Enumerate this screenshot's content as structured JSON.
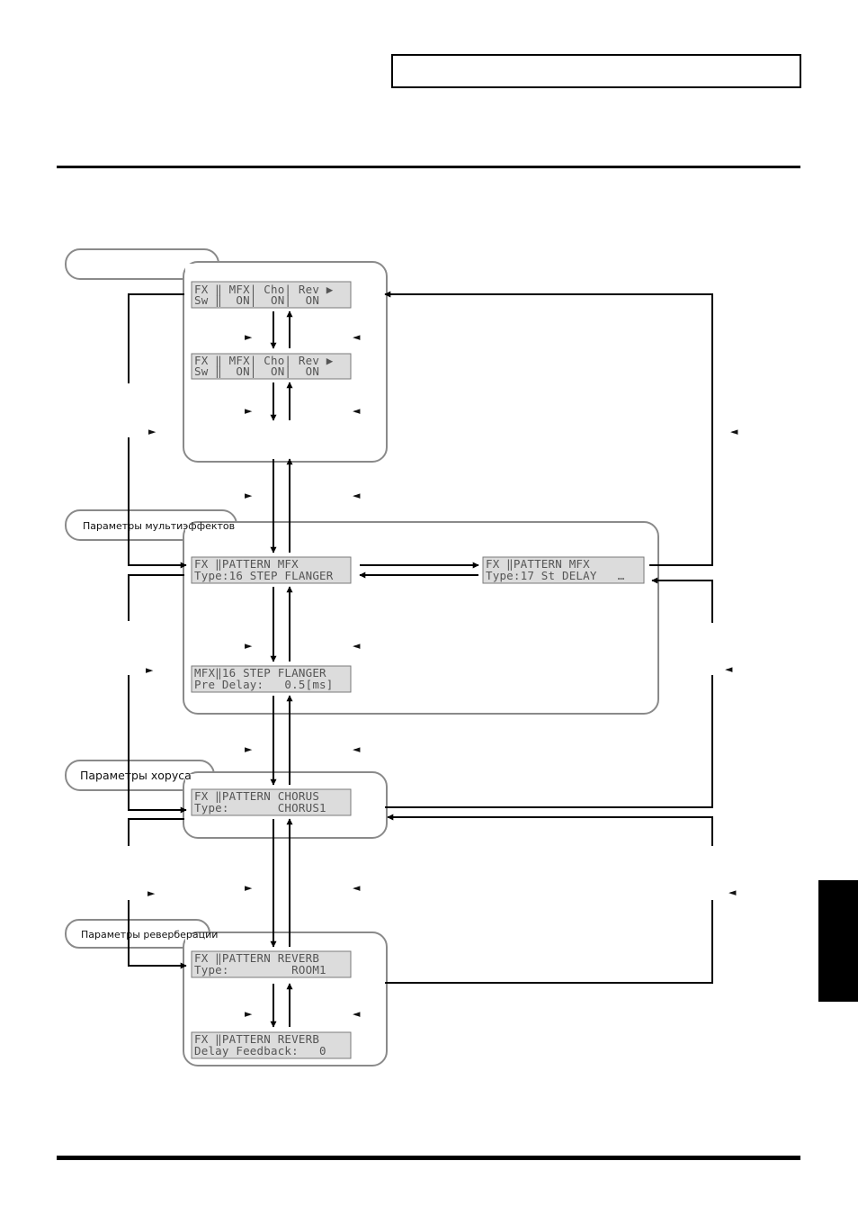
{
  "colors": {
    "lcd_bg": "#dcdcdc",
    "lcd_border": "#7a7a7a",
    "lcd_text": "#555555",
    "group_border": "#8a8a8a",
    "line": "#000000"
  },
  "groups": {
    "switches": {
      "label": ""
    },
    "multi_effects": {
      "label": "Параметры мультиэффектов"
    },
    "chorus": {
      "label": "Параметры хоруса"
    },
    "reverb": {
      "label": "Параметры реверберации"
    }
  },
  "screens": {
    "sw1": {
      "line1": "FX ‖ MFX| Cho| Rev ▶",
      "line2": "Sw ‖  ON|  ON|  ON"
    },
    "sw2": {
      "line1": "FX ‖ MFX| Cho| Rev ▶",
      "line2": "Sw ‖  ON|  ON|  ON"
    },
    "mfx_type16": {
      "line1": "FX ‖PATTERN MFX",
      "line2": "Type:16 STEP FLANGER"
    },
    "mfx_type17": {
      "line1": "FX ‖PATTERN MFX",
      "line2": "Type:17 St DELAY   …"
    },
    "mfx_param": {
      "line1": "MFX‖16 STEP FLANGER",
      "line2": "Pre Delay:   0.5[ms]"
    },
    "chorus_type": {
      "line1": "FX ‖PATTERN CHORUS",
      "line2": "Type:       CHORUS1"
    },
    "reverb_type": {
      "line1": "FX ‖PATTERN REVERB",
      "line2": "Type:         ROOM1"
    },
    "reverb_param": {
      "line1": "FX ‖PATTERN REVERB",
      "line2": "Delay Feedback:   0"
    }
  },
  "markers": {
    "right": "►",
    "left": "◄"
  }
}
